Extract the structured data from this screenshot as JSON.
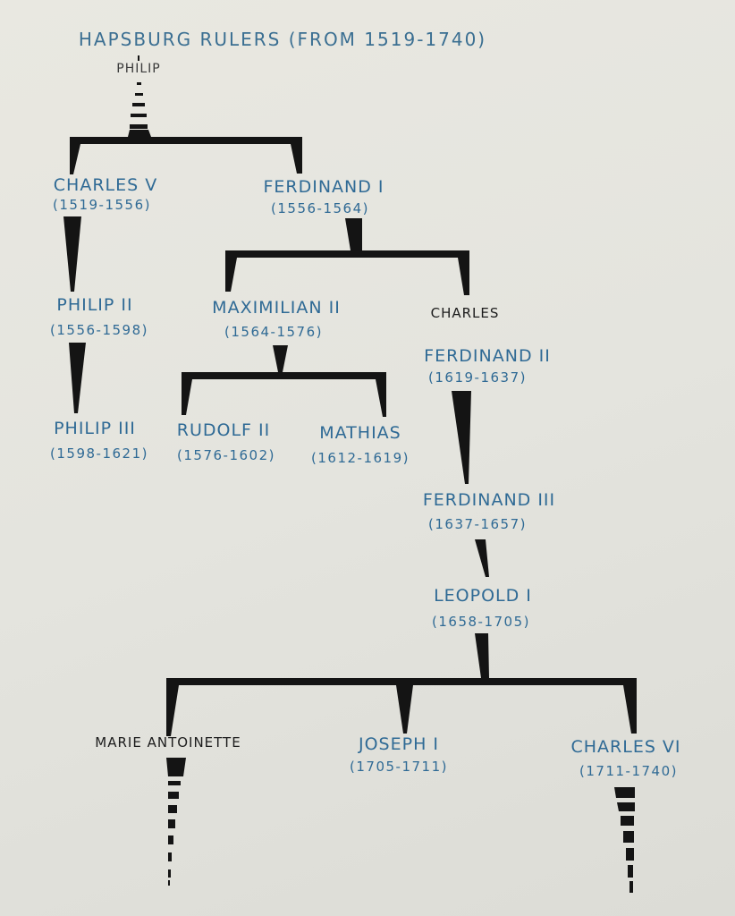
{
  "title": "HAPSBURG RULERS  (FROM 1519-1740)",
  "colors": {
    "ruler_text": "#2f6a95",
    "line": "#141414",
    "background": "#e6e6e0"
  },
  "nodes": {
    "philip": {
      "name": "PHILIP"
    },
    "charles_v": {
      "name": "CHARLES V",
      "dates": "(1519-1556)"
    },
    "ferdinand_i": {
      "name": "FERDINAND I",
      "dates": "(1556-1564)"
    },
    "philip_ii": {
      "name": "PHILIP II",
      "dates": "(1556-1598)"
    },
    "maximilian_ii": {
      "name": "MAXIMILIAN II",
      "dates": "(1564-1576)"
    },
    "charles": {
      "name": "CHARLES"
    },
    "ferdinand_ii": {
      "name": "FERDINAND II",
      "dates": "(1619-1637)"
    },
    "philip_iii": {
      "name": "PHILIP III",
      "dates": "(1598-1621)"
    },
    "rudolf_ii": {
      "name": "RUDOLF II",
      "dates": "(1576-1602)"
    },
    "mathias": {
      "name": "MATHIAS",
      "dates": "(1612-1619)"
    },
    "ferdinand_iii": {
      "name": "FERDINAND III",
      "dates": "(1637-1657)"
    },
    "leopold_i": {
      "name": "LEOPOLD I",
      "dates": "(1658-1705)"
    },
    "marie_antoinette": {
      "name": "MARIE   ANTOINETTE"
    },
    "joseph_i": {
      "name": "JOSEPH I",
      "dates": "(1705-1711)"
    },
    "charles_vi": {
      "name": "CHARLES VI",
      "dates": "(1711-1740)"
    }
  }
}
